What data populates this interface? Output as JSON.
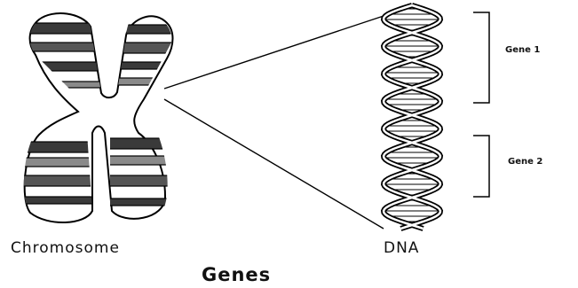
{
  "labels": {
    "chromosome": "Chromosome",
    "dna": "DNA",
    "gene_1": "Gene 1",
    "gene_2": "Gene 2",
    "title": "Genes"
  },
  "colors": {
    "stroke": "#000000",
    "band_dark": "#3a3a3a",
    "band_mid": "#8a8a8a",
    "fill": "#ffffff"
  }
}
